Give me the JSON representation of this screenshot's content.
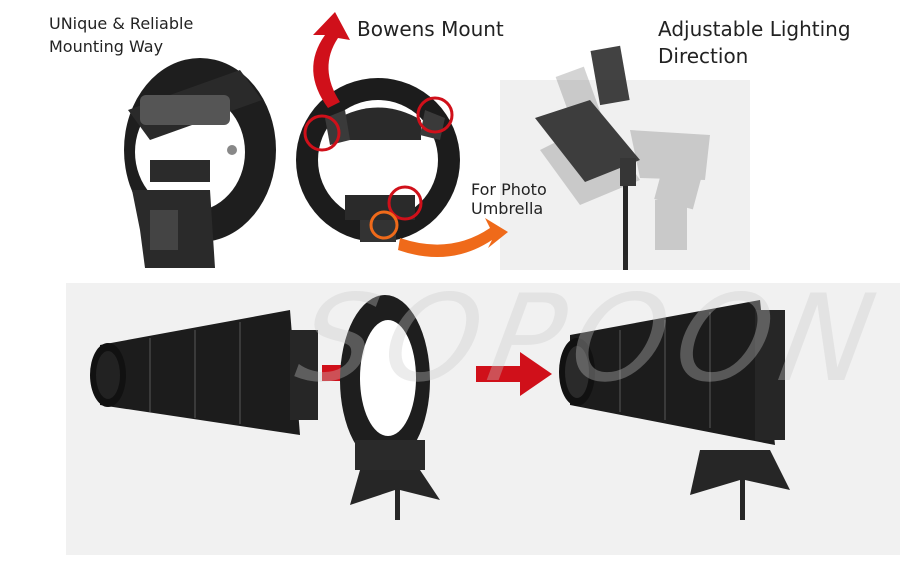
{
  "captions": {
    "mounting": [
      "UNique & Reliable",
      "Mounting Way"
    ],
    "bowens": "Bowens Mount",
    "lighting": [
      "Adjustable Lighting",
      "Direction"
    ],
    "umbrella": [
      "For Photo",
      "Umbrella"
    ]
  },
  "watermark": "SOPOON",
  "colors": {
    "red_accent": "#d0101a",
    "orange_accent": "#ef6a1a"
  }
}
